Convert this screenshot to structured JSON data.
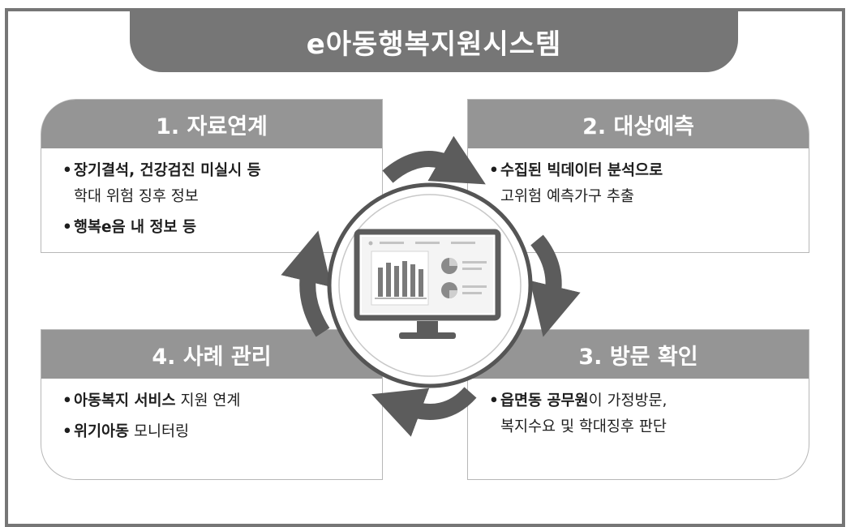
{
  "title": "e아동행복지원시스템",
  "steps": [
    {
      "heading": "1. 자료연계",
      "lines": [
        {
          "bullet": true,
          "bold": "장기결석, 건강검진 미실시 등",
          "rest": ""
        },
        {
          "bullet": false,
          "bold": "",
          "rest": "학대 위험 징후 정보"
        },
        {
          "bullet": true,
          "bold": "행복e음 내 정보 등",
          "rest": ""
        }
      ]
    },
    {
      "heading": "2. 대상예측",
      "lines": [
        {
          "bullet": true,
          "bold": "수집된 빅데이터 분석으로",
          "rest": ""
        },
        {
          "bullet": false,
          "bold": "",
          "rest": "고위험 예측가구 추출"
        }
      ]
    },
    {
      "heading": "3. 방문 확인",
      "lines": [
        {
          "bullet": true,
          "bold": "읍면동 공무원",
          "rest": "이 가정방문,"
        },
        {
          "bullet": false,
          "bold": "",
          "rest": "복지수요 및 학대징후 판단"
        }
      ]
    },
    {
      "heading": "4. 사례 관리",
      "lines": [
        {
          "bullet": true,
          "bold": "아동복지 서비스",
          "rest": " 지원 연계"
        },
        {
          "bullet": true,
          "bold": "위기아동",
          "rest": " 모니터링"
        }
      ]
    }
  ],
  "icons": {
    "center": "monitor-with-charts-icon",
    "flow": "circular-arrow-icon"
  },
  "colors": {
    "title_bg": "#767676",
    "header_bg": "#959595",
    "arrow": "#5c5c5c",
    "border": "#b7b7b7"
  }
}
